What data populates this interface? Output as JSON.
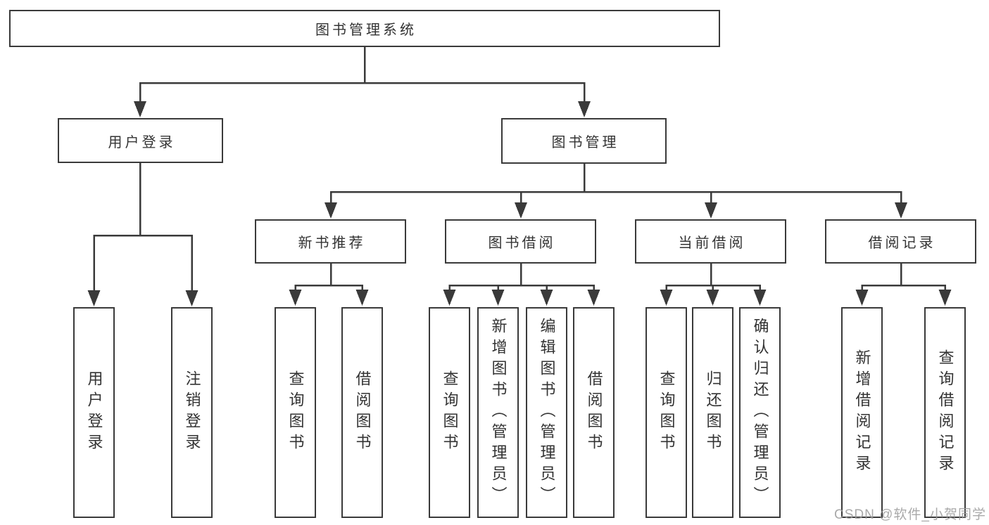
{
  "colors": {
    "background": "#ffffff",
    "line": "#3a3a3a",
    "box_border": "#3a3a3a",
    "text": "#333333",
    "watermark_text": "#9b9b9b"
  },
  "tree": {
    "root": {
      "label": "图书管理系统"
    },
    "level2": [
      {
        "label": "用户登录"
      },
      {
        "label": "图书管理"
      }
    ],
    "level3": [
      {
        "label": "新书推荐"
      },
      {
        "label": "图书借阅"
      },
      {
        "label": "当前借阅"
      },
      {
        "label": "借阅记录"
      }
    ],
    "leaves": [
      {
        "label": "用户登录"
      },
      {
        "label": "注销登录"
      },
      {
        "label": "查询图书"
      },
      {
        "label": "借阅图书"
      },
      {
        "label": "查询图书"
      },
      {
        "label": "新增图书（管理员）"
      },
      {
        "label": "编辑图书（管理员）"
      },
      {
        "label": "借阅图书"
      },
      {
        "label": "查询图书"
      },
      {
        "label": "归还图书"
      },
      {
        "label": "确认归还（管理员）"
      },
      {
        "label": "新增借阅记录"
      },
      {
        "label": "查询借阅记录"
      }
    ]
  },
  "watermark": {
    "text": "CSDN @软件_小贺同学"
  }
}
